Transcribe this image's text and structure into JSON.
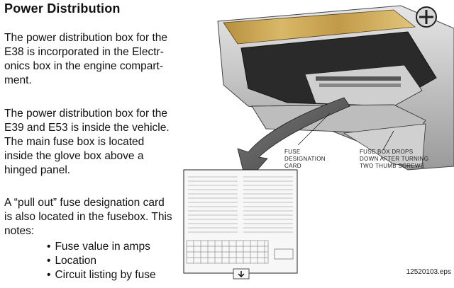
{
  "title": "Power Distribution",
  "paragraphs": {
    "p1_lines": [
      "The power distribution box for the",
      "E38 is incorporated in the Electr-",
      "onics box in the engine compart-",
      "ment."
    ],
    "p2_lines": [
      "The power distribution box for the",
      "E39 and E53 is inside the vehicle.",
      "The main fuse box is located",
      "inside the glove box above a",
      "hinged panel."
    ],
    "p3_lines": [
      "A “pull out” fuse designation card",
      "is also located in the fusebox. This",
      "notes:"
    ]
  },
  "bullets": [
    "Fuse value in amps",
    "Location",
    "Circuit listing by fuse"
  ],
  "figure": {
    "callout_card": [
      "FUSE",
      "DESIGNATION",
      "CARD"
    ],
    "callout_drop": [
      "FUSE BOX DROPS",
      "DOWN AFTER TURNING",
      "TWO THUMB SCREWS"
    ],
    "figure_id": "12520103.eps"
  }
}
